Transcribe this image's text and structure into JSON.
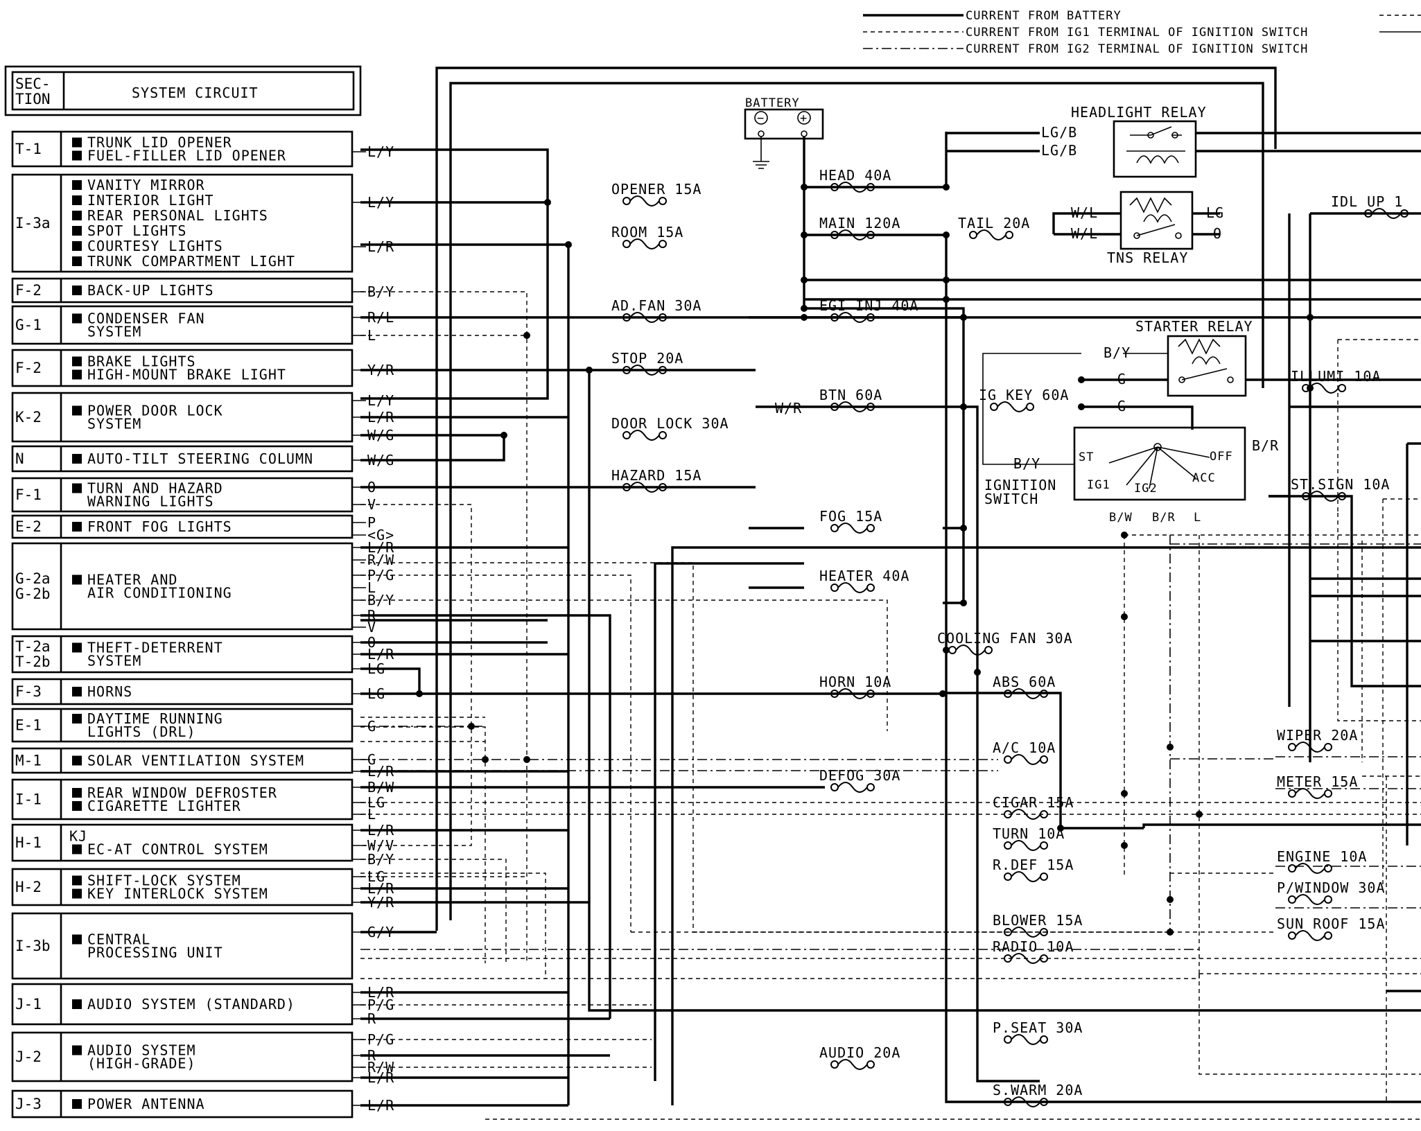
{
  "legend": {
    "battery": "CURRENT FROM BATTERY",
    "ig1": "CURRENT FROM IG1 TERMINAL OF IGNITION SWITCH",
    "ig2": "CURRENT FROM IG2 TERMINAL OF IGNITION SWITCH"
  },
  "header": {
    "section": "SEC-\nTION",
    "title": "SYSTEM CIRCUIT"
  },
  "systems": [
    {
      "code": "T-1",
      "items": [
        "TRUNK LID OPENER",
        "FUEL-FILLER LID OPENER"
      ],
      "wires": [
        "L/Y"
      ]
    },
    {
      "code": "I-3a",
      "items": [
        "VANITY MIRROR",
        "INTERIOR LIGHT",
        "REAR PERSONAL LIGHTS",
        "SPOT LIGHTS",
        "COURTESY LIGHTS",
        "TRUNK COMPARTMENT LIGHT"
      ],
      "wires": [
        "L/Y",
        "L/R"
      ]
    },
    {
      "code": "F-2",
      "items": [
        "BACK-UP LIGHTS"
      ],
      "wires": [
        "B/Y"
      ]
    },
    {
      "code": "G-1",
      "items": [
        "CONDENSER FAN",
        "SYSTEM"
      ],
      "wires": [
        "R/L",
        "L"
      ]
    },
    {
      "code": "F-2",
      "items": [
        "BRAKE LIGHTS",
        "HIGH-MOUNT BRAKE LIGHT"
      ],
      "wires": [
        "Y/R"
      ]
    },
    {
      "code": "K-2",
      "items": [
        "POWER DOOR LOCK",
        "SYSTEM"
      ],
      "wires": [
        "L/Y",
        "L/R",
        "W/G"
      ]
    },
    {
      "code": "N",
      "items": [
        "AUTO-TILT STEERING COLUMN"
      ],
      "wires": [
        "W/G"
      ]
    },
    {
      "code": "F-1",
      "items": [
        "TURN AND HAZARD",
        "WARNING LIGHTS"
      ],
      "wires": [
        "O",
        "V"
      ]
    },
    {
      "code": "E-2",
      "items": [
        "FRONT FOG LIGHTS"
      ],
      "wires": [
        "P",
        "<G>"
      ]
    },
    {
      "code": "G-2a G-2b",
      "items": [
        "HEATER AND",
        "AIR CONDITIONING"
      ],
      "wires": [
        "L/R",
        "R/W",
        "P/G",
        "L",
        "B/Y",
        "R",
        "V"
      ]
    },
    {
      "code": "T-2a T-2b",
      "items": [
        "THEFT-DETERRENT",
        "SYSTEM"
      ],
      "wires": [
        "O",
        "L/R",
        "LG"
      ]
    },
    {
      "code": "F-3",
      "items": [
        "HORNS"
      ],
      "wires": [
        "LG"
      ]
    },
    {
      "code": "E-1",
      "items": [
        "DAYTIME RUNNING",
        "LIGHTS (DRL)"
      ],
      "wires": [
        "G"
      ]
    },
    {
      "code": "M-1",
      "items": [
        "SOLAR VENTILATION SYSTEM"
      ],
      "wires": [
        "G",
        "L/R"
      ]
    },
    {
      "code": "I-1",
      "items": [
        "REAR WINDOW DEFROSTER",
        "CIGARETTE LIGHTER"
      ],
      "wires": [
        "B/W",
        "LG",
        "L"
      ]
    },
    {
      "code": "H-1",
      "items": [
        "KJ",
        "EC-AT CONTROL SYSTEM"
      ],
      "wires": [
        "L/R",
        "W/V",
        "B/Y"
      ]
    },
    {
      "code": "H-2",
      "items": [
        "SHIFT-LOCK SYSTEM",
        "KEY INTERLOCK SYSTEM"
      ],
      "wires": [
        "LG",
        "L/R",
        "Y/R"
      ]
    },
    {
      "code": "I-3b",
      "items": [
        "CENTRAL",
        "PROCESSING UNIT"
      ],
      "wires": [
        "G/Y"
      ]
    },
    {
      "code": "J-1",
      "items": [
        "AUDIO SYSTEM (STANDARD)"
      ],
      "wires": [
        "L/R",
        "P/G",
        "R"
      ]
    },
    {
      "code": "J-2",
      "items": [
        "AUDIO SYSTEM",
        "(HIGH-GRADE)"
      ],
      "wires": [
        "P/G",
        "R",
        "R/W",
        "L/R"
      ]
    },
    {
      "code": "J-3",
      "items": [
        "POWER ANTENNA"
      ],
      "wires": [
        "L/R"
      ]
    }
  ],
  "components": {
    "battery": "BATTERY",
    "headlight_relay": "HEADLIGHT RELAY",
    "tns_relay": "TNS RELAY",
    "starter_relay": "STARTER RELAY",
    "ignition_switch": "IGNITION SWITCH",
    "ign_positions": [
      "ST",
      "IG1",
      "IG2",
      "ACC",
      "OFF"
    ],
    "ign_wires": [
      "B/W",
      "B/R",
      "L"
    ]
  },
  "fuses": [
    "OPENER 15A",
    "ROOM 15A",
    "AD.FAN 30A",
    "STOP 20A",
    "DOOR LOCK 30A",
    "HAZARD 15A",
    "HEAD 40A",
    "MAIN 120A",
    "EGI INJ 40A",
    "BTN 60A",
    "TAIL 20A",
    "IG KEY 60A",
    "FOG 15A",
    "HEATER 40A",
    "COOLING FAN 30A",
    "HORN 10A",
    "ABS 60A",
    "A/C 10A",
    "DEFOG 30A",
    "CIGAR 15A",
    "TURN 10A",
    "R.DEF 15A",
    "BLOWER 15A",
    "RADIO 10A",
    "P.SEAT 30A",
    "AUDIO 20A",
    "S.WARM 20A",
    "IDL UP 1",
    "ILLUMI 10A",
    "ST.SIGN 10A",
    "WIPER 20A",
    "METER 15A",
    "ENGINE 10A",
    "P/WINDOW 30A",
    "SUN ROOF 15A"
  ],
  "wire_labels": [
    "LG/B",
    "LG/B",
    "W/L",
    "W/L",
    "LG",
    "O",
    "B/Y",
    "G",
    "G",
    "B/Y",
    "W/R",
    "B/R"
  ]
}
